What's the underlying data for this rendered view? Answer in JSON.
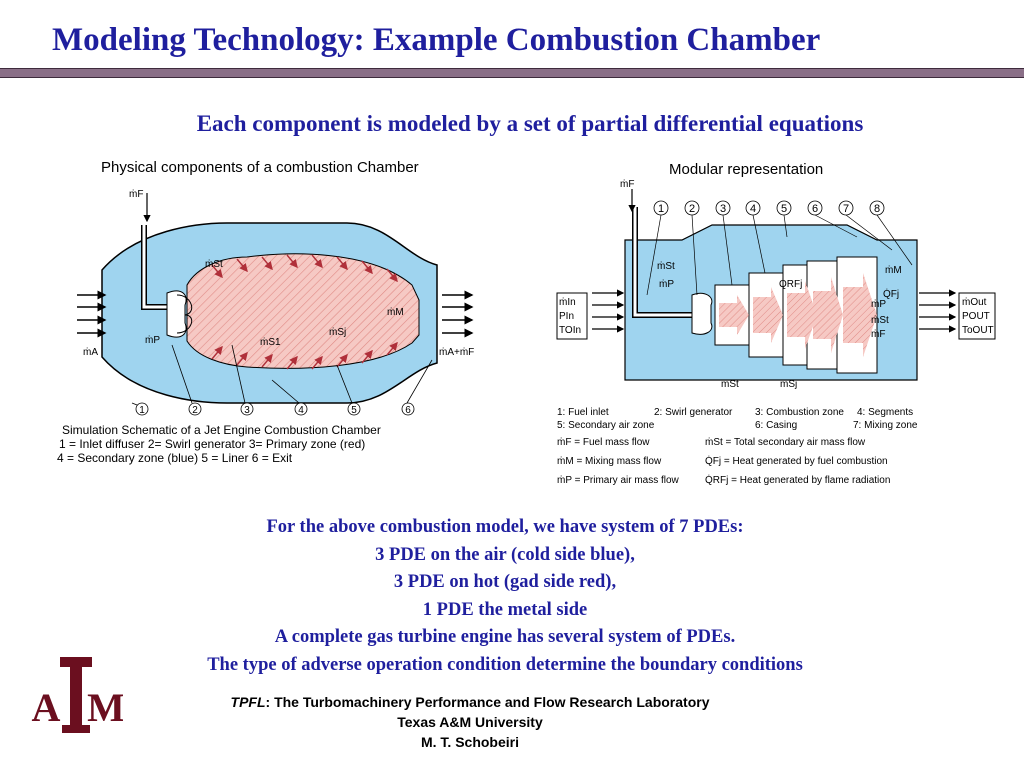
{
  "slide": {
    "title": "Modeling Technology: Example Combustion Chamber",
    "subtitle": "Each component is modeled by a set of partial differential equations"
  },
  "left_diagram": {
    "title": "Physical components of a combustion Chamber",
    "labels": {
      "mF": "ṁF",
      "mA": "ṁA",
      "mSt": "ṁSt",
      "mM": "ṁM",
      "mSj": "ṁSj",
      "mP": "ṁP",
      "mS1": "ṁS1",
      "mAmF": "ṁA+ṁF"
    },
    "zones": [
      "1",
      "2",
      "3",
      "4",
      "5",
      "6"
    ],
    "caption": [
      "Simulation Schematic of a Jet Engine Combustion Chamber",
      "1 = Inlet diffuser   2= Swirl generator  3= Primary zone (red)",
      "4 = Secondary zone (blue) 5 = Liner  6 = Exit"
    ]
  },
  "right_diagram": {
    "title": "Modular representation",
    "modules": [
      "1",
      "2",
      "3",
      "4",
      "5",
      "6",
      "7",
      "8"
    ],
    "labels": {
      "mF": "ṁF",
      "mSt_top": "ṁSt",
      "mP": "ṁP",
      "QRFj": "Q̇RFj",
      "mM": "ṁM",
      "QFj": "Q̇Fj",
      "mP_r": "ṁP",
      "mSt_r": "ṁSt",
      "mF_r": "ṁF",
      "mSt_bot": "ṁSt",
      "mSj": "ṁSj"
    },
    "inlet_box": [
      "ṁIn",
      "PIn",
      "TOIn"
    ],
    "outlet_box": [
      "ṁOut",
      "POUT",
      "ToOUT"
    ],
    "key": [
      "1: Fuel inlet",
      "2: Swirl generator",
      "3: Combustion zone",
      "4: Segments",
      "5: Secondary air zone",
      "6: Casing",
      "7: Mixing zone"
    ],
    "legend": [
      "ṁF = Fuel mass flow",
      "ṁM = Mixing mass flow",
      "ṁP = Primary air mass flow",
      "ṁSt = Total secondary air mass flow",
      "Q̇Fj = Heat generated by fuel combustion",
      "Q̇RFj = Heat generated by flame radiation"
    ]
  },
  "body_lines": [
    "For the above combustion model, we have system of 7 PDEs:",
    "3 PDE on the air (cold side blue),",
    "3 PDE on hot (gad side red),",
    "1 PDE the metal side",
    "A complete gas turbine engine has several system of PDEs.",
    "The type of adverse operation condition determine the boundary conditions"
  ],
  "footer": {
    "lab_abbrev": "TPFL",
    "lab_name": ": The Turbomachinery Performance and Flow Research Laboratory",
    "university": "Texas A&M University",
    "author": "M. T. Schobeiri"
  },
  "logo": {
    "letters": [
      "A",
      "T",
      "M"
    ]
  },
  "colors": {
    "title": "#1f1f9e",
    "rule": "#8a6f87",
    "air_blue": "#9fd4ef",
    "hot_red": "#f4b8b4",
    "logo_maroon": "#6b0f1f"
  }
}
